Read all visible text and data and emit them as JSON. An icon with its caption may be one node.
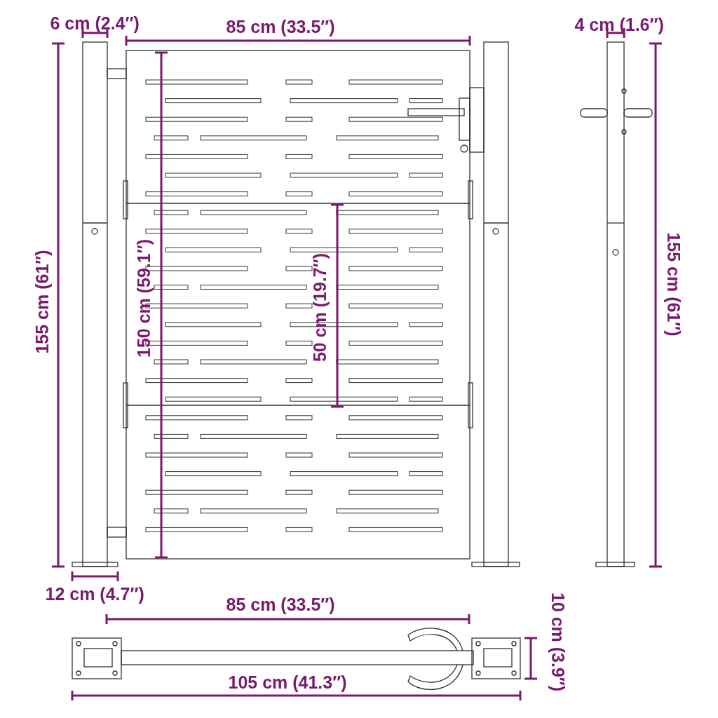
{
  "diagram": {
    "labels": [
      "6 cm (2.4″)",
      "85 cm (33.5″)",
      "4 cm (1.6″)",
      "155 cm (61″)",
      "150 cm (59.1″)",
      "50 cm (19.7″)",
      "155 cm (61″)",
      "12 cm (4.7″)",
      "85 cm (33.5″)",
      "10 cm (3.9″)",
      "105 cm (41.3″)"
    ]
  }
}
